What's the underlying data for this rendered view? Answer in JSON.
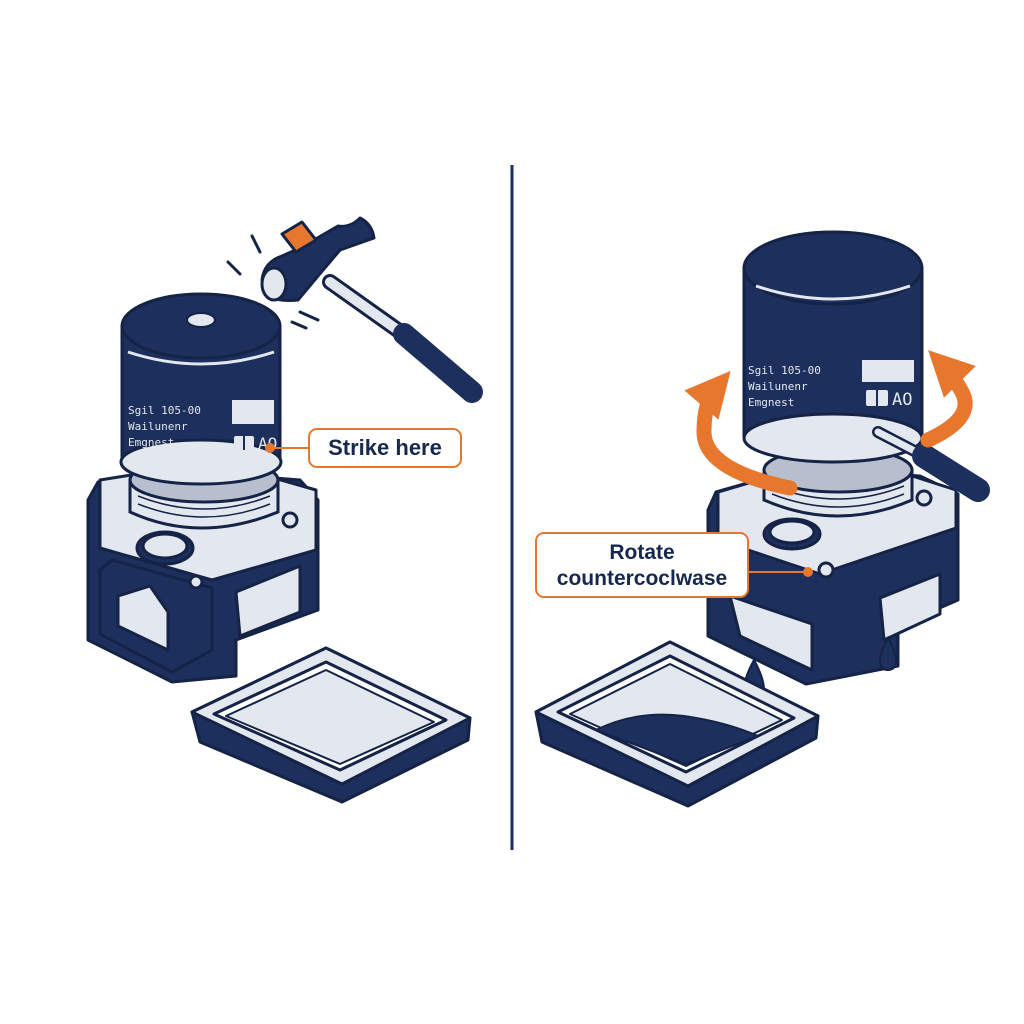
{
  "colors": {
    "navy": "#1d2f5c",
    "navy_dark": "#142346",
    "accent": "#e8772e",
    "steel": "#e3e7ef",
    "steel_dark": "#b7bfcf"
  },
  "left_panel": {
    "filter_label_lines": [
      "Sgil 105-00",
      "Wailunenr",
      "Emgnest"
    ],
    "filter_badge": "AO",
    "callout": "Strike here"
  },
  "right_panel": {
    "filter_label_lines": [
      "Sgil 105-00",
      "Wailunenr",
      "Emgnest"
    ],
    "filter_badge": "AO",
    "callout_lines": [
      "Rotate",
      "countercoclwase"
    ]
  },
  "icons": {
    "tool_left": "hammer-icon",
    "tool_right": "screwdriver-icon",
    "motion": "rotate-arrow-icon",
    "fluid": "oil-drop-icon"
  }
}
